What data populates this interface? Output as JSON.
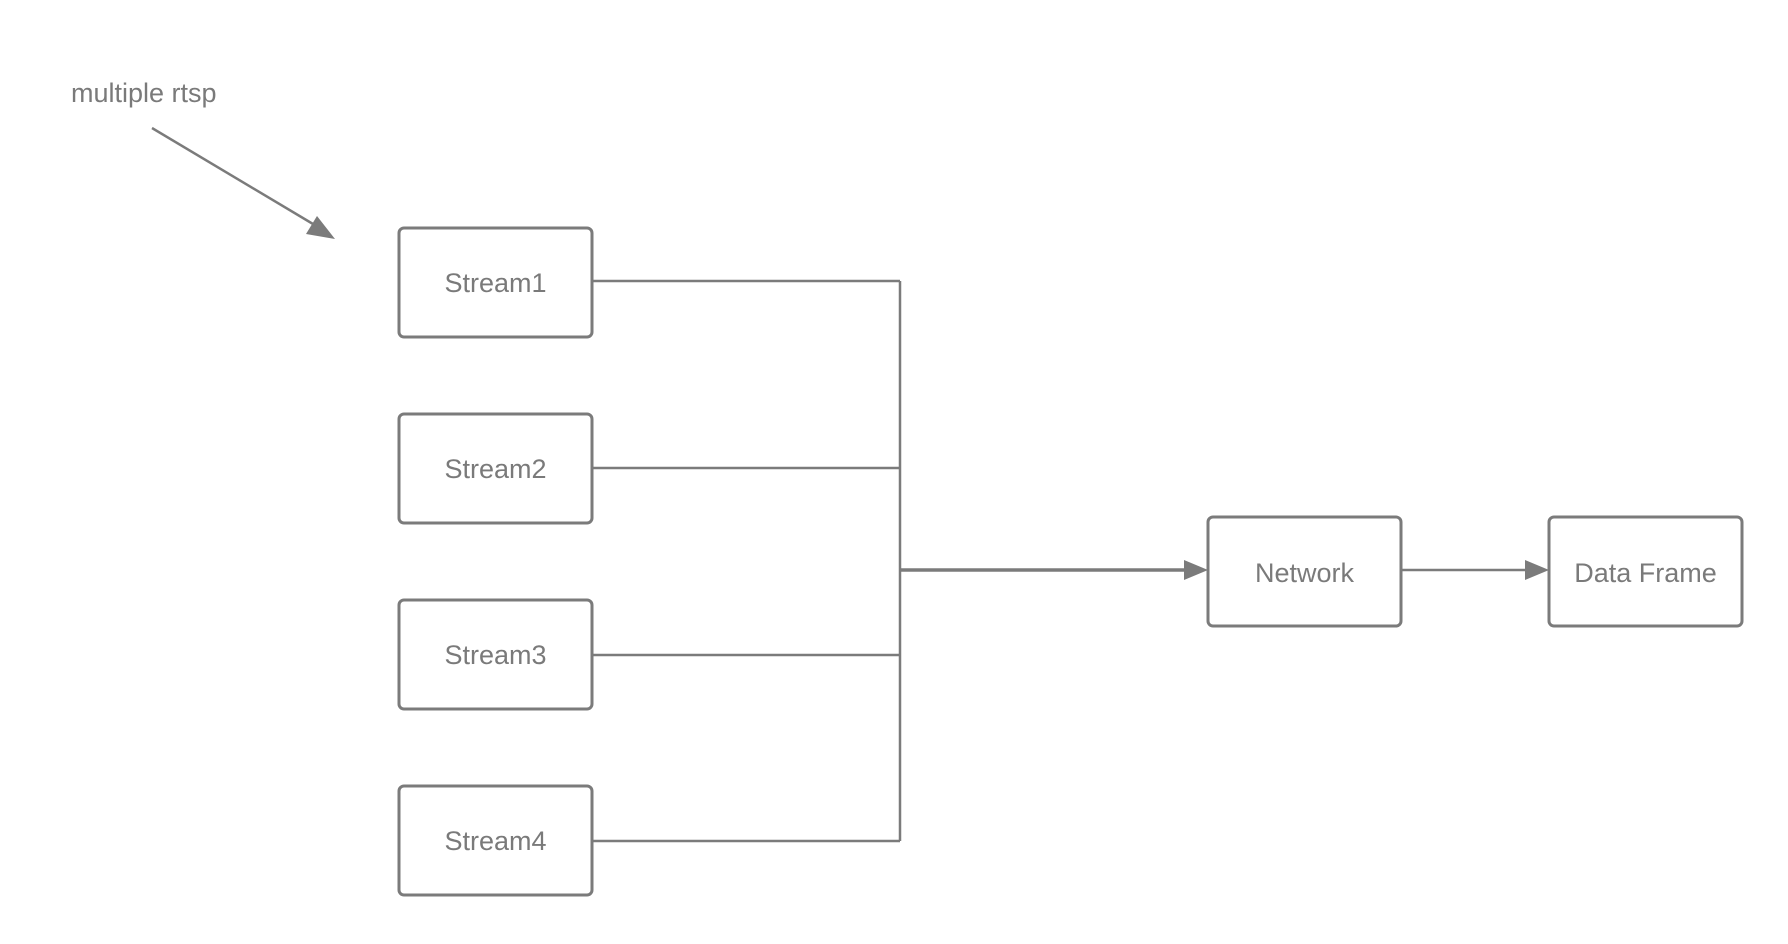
{
  "annotation": {
    "text": "multiple rtsp"
  },
  "nodes": {
    "stream1": "Stream1",
    "stream2": "Stream2",
    "stream3": "Stream3",
    "stream4": "Stream4",
    "network": "Network",
    "data_frame": "Data Frame"
  },
  "edges": [
    {
      "from": "stream1",
      "to": "network"
    },
    {
      "from": "stream2",
      "to": "network"
    },
    {
      "from": "stream3",
      "to": "network"
    },
    {
      "from": "stream4",
      "to": "network"
    },
    {
      "from": "network",
      "to": "data_frame"
    }
  ],
  "colors": {
    "stroke": "#7b7b7b",
    "text": "#7a7a7a",
    "background": "#ffffff"
  }
}
